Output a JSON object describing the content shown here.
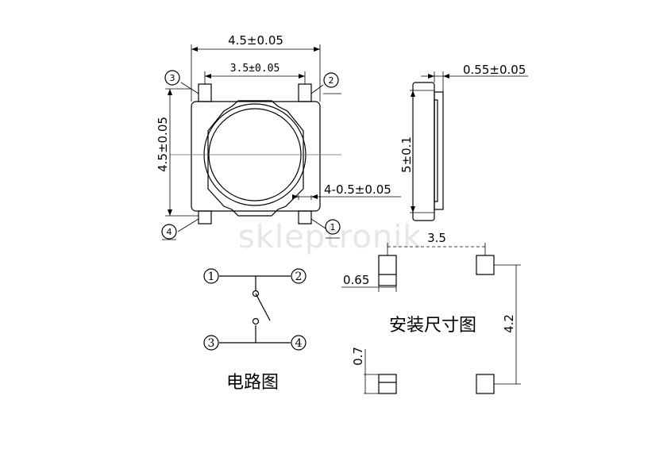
{
  "watermark": "skleptronik",
  "top_view": {
    "width_label": "4.5±0.05",
    "pin_span_label": "3.5±0.05",
    "height_label": "4.5±0.05",
    "pin_width_label": "4-0.5±0.05",
    "pins": [
      "3",
      "2",
      "4",
      "1"
    ]
  },
  "side_view": {
    "thickness_label": "0.55±0.05",
    "length_label": "5±0.1"
  },
  "circuit": {
    "title": "电路图",
    "pins": [
      "1",
      "2",
      "3",
      "4"
    ]
  },
  "land_pattern": {
    "title": "安装尺寸图",
    "pitch_x_label": "3.5",
    "pad_width_label": "0.65",
    "pitch_y_label": "4.2",
    "pad_height_label": "0.7"
  }
}
